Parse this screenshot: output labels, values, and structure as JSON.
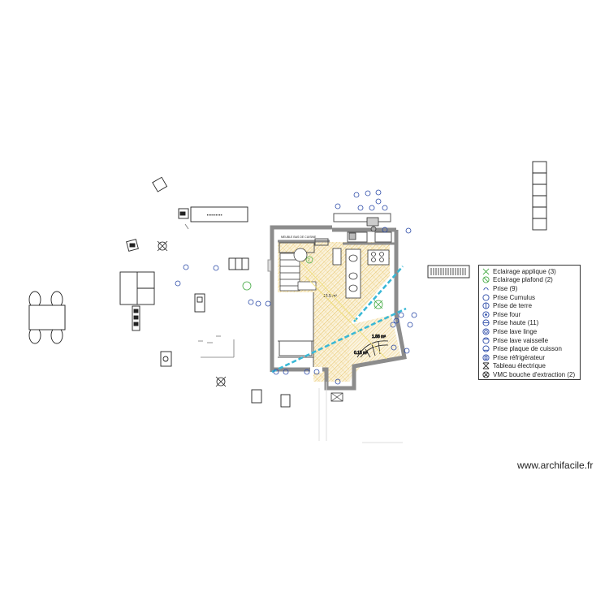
{
  "plan": {
    "labels": {
      "room_top_label": "MEUBLE BAS DE CUISINE",
      "area_main": "13.5 m²",
      "area_b": "1.88 m²",
      "area_c": "0.15 m²",
      "circled_number": "2"
    }
  },
  "legend": {
    "items": [
      {
        "label": "Eclairage applique (3)",
        "icon": "applique-light-icon"
      },
      {
        "label": "Eclairage plafond (2)",
        "icon": "ceiling-light-icon"
      },
      {
        "label": "Prise (9)",
        "icon": "outlet-icon"
      },
      {
        "label": "Prise Cumulus",
        "icon": "water-heater-outlet-icon"
      },
      {
        "label": "Prise de terre",
        "icon": "ground-outlet-icon"
      },
      {
        "label": "Prise four",
        "icon": "oven-outlet-icon"
      },
      {
        "label": "Prise haute (11)",
        "icon": "high-outlet-icon"
      },
      {
        "label": "Prise lave linge",
        "icon": "washer-outlet-icon"
      },
      {
        "label": "Prise lave vaisselle",
        "icon": "dishwasher-outlet-icon"
      },
      {
        "label": "Prise plaque de cuisson",
        "icon": "cooktop-outlet-icon"
      },
      {
        "label": "Prise réfrigérateur",
        "icon": "fridge-outlet-icon"
      },
      {
        "label": "Tableau électrique",
        "icon": "electrical-panel-icon"
      },
      {
        "label": "VMC bouche d'extraction (2)",
        "icon": "vmc-vent-icon"
      }
    ]
  },
  "watermark": "www.archifacile.fr",
  "colors": {
    "wall": "#8c8c8c",
    "hatch": "#e8c770",
    "dashed_line": "#39b8d6",
    "dark_symbol": "#333333"
  }
}
